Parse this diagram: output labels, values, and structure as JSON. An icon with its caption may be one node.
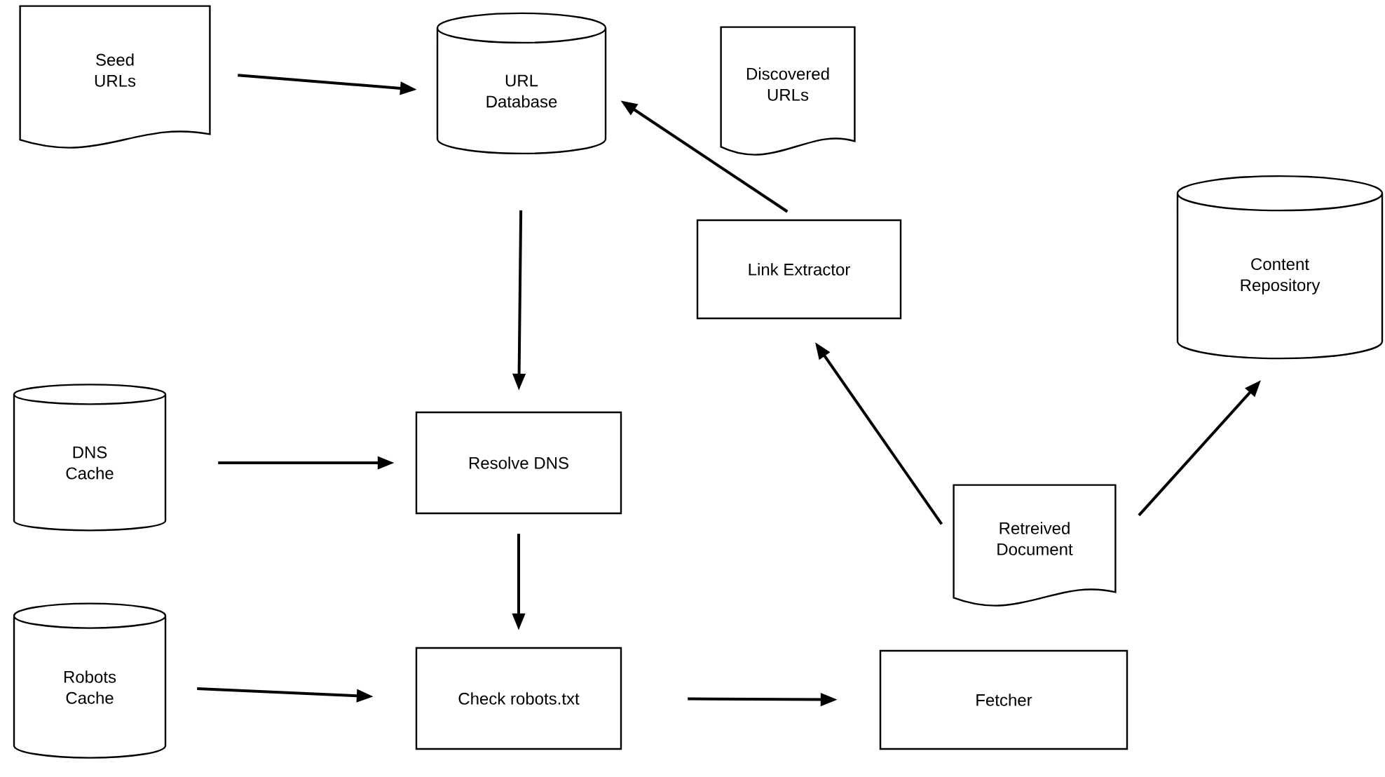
{
  "diagram": {
    "nodes": [
      {
        "text": [
          "Seed URLs"
        ]
      },
      {
        "text": [
          "URL Database"
        ]
      },
      {
        "text": [
          "Discovered URLs"
        ]
      },
      {
        "text": [
          "Link Extractor"
        ]
      },
      {
        "text": [
          "Content Repository"
        ]
      },
      {
        "text": [
          "DNS Cache"
        ]
      },
      {
        "text": [
          "Resolve DNS"
        ]
      },
      {
        "text": [
          "Retreived Document"
        ]
      },
      {
        "text": [
          "Robots Cache"
        ]
      },
      {
        "text": [
          "Check robots.txt"
        ]
      },
      {
        "text": [
          "Fetcher"
        ]
      }
    ],
    "edges": [
      {
        "from": 0,
        "to": 1,
        "arrow": "to"
      },
      {
        "from": 1,
        "to": 6,
        "arrow": "to"
      },
      {
        "from": 5,
        "to": 6,
        "arrow": "to"
      },
      {
        "from": 6,
        "to": 9,
        "arrow": "to"
      },
      {
        "from": 8,
        "to": 9,
        "arrow": "to"
      },
      {
        "from": 9,
        "to": 10,
        "arrow": "to"
      },
      {
        "from": 7,
        "to": 3,
        "arrow": "to"
      },
      {
        "from": 7,
        "to": 4,
        "arrow": "to"
      },
      {
        "from": 3,
        "to": 1,
        "arrow": "to"
      }
    ]
  }
}
